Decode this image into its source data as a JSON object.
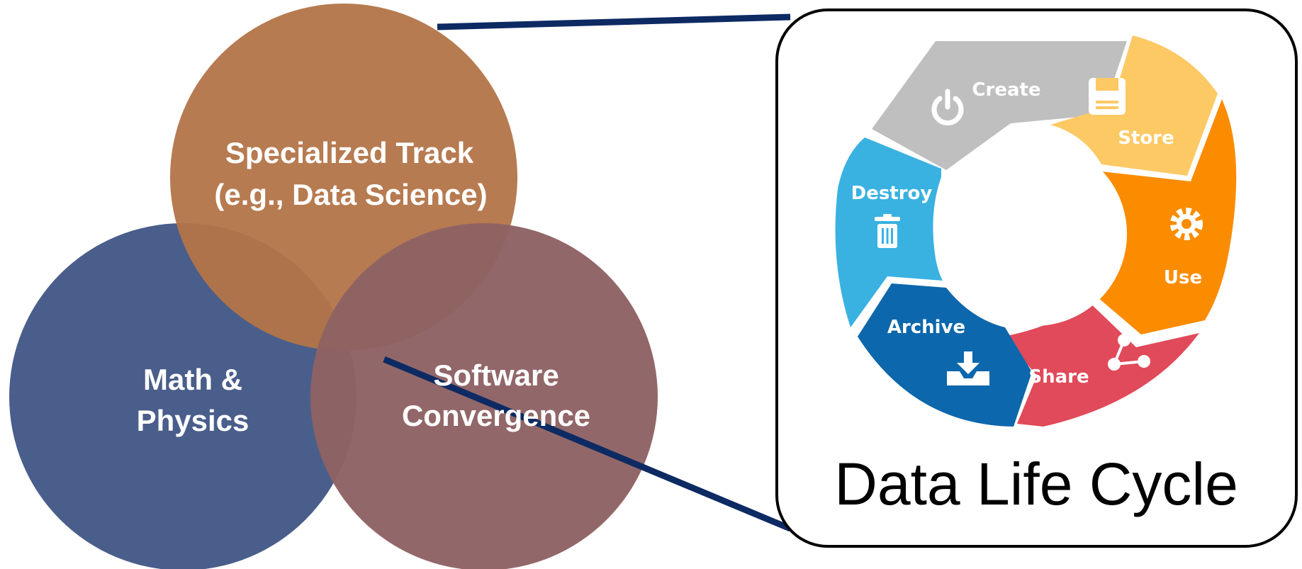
{
  "venn": {
    "top": {
      "line1": "Specialized Track",
      "line2": "(e.g., Data Science)"
    },
    "left": {
      "line1": "Math &",
      "line2": "Physics"
    },
    "right": {
      "line1": "Software",
      "line2": "Convergence"
    }
  },
  "cycle": {
    "title": "Data Life Cycle",
    "stages": [
      {
        "key": "create",
        "label": "Create",
        "icon": "power-icon",
        "color": "#bfbfbf"
      },
      {
        "key": "store",
        "label": "Store",
        "icon": "floppy-disk-icon",
        "color": "#fdc964"
      },
      {
        "key": "use",
        "label": "Use",
        "icon": "gear-icon",
        "color": "#fb8c00"
      },
      {
        "key": "share",
        "label": "Share",
        "icon": "share-icon",
        "color": "#e04a5a"
      },
      {
        "key": "archive",
        "label": "Archive",
        "icon": "inbox-download-icon",
        "color": "#0d67ac"
      },
      {
        "key": "destroy",
        "label": "Destroy",
        "icon": "trash-icon",
        "color": "#39b1e1"
      }
    ]
  },
  "colors": {
    "circle_top": "#b37448",
    "circle_left": "#4a5e8b",
    "circle_right": "#8e6264",
    "connector": "#0d2a63"
  }
}
